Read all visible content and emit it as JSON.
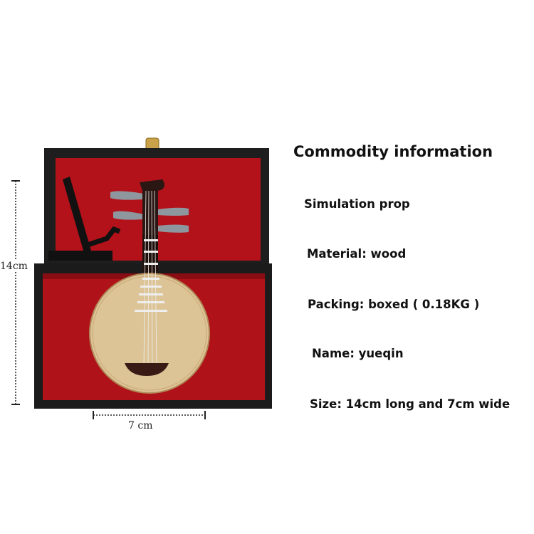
{
  "product_photo": {
    "dimension_height_label": "14cm",
    "dimension_width_label": "7 cm"
  },
  "info": {
    "title": "Commodity information",
    "items": [
      "Simulation prop",
      "Material: wood",
      "Packing: boxed ( 0.18KG )",
      "Name: yueqin",
      "Size: 14cm long and 7cm wide"
    ]
  },
  "colors": {
    "case_lining": "#b3121a",
    "case_shell": "#1c1c1c",
    "soundboard": "#dcc497"
  }
}
